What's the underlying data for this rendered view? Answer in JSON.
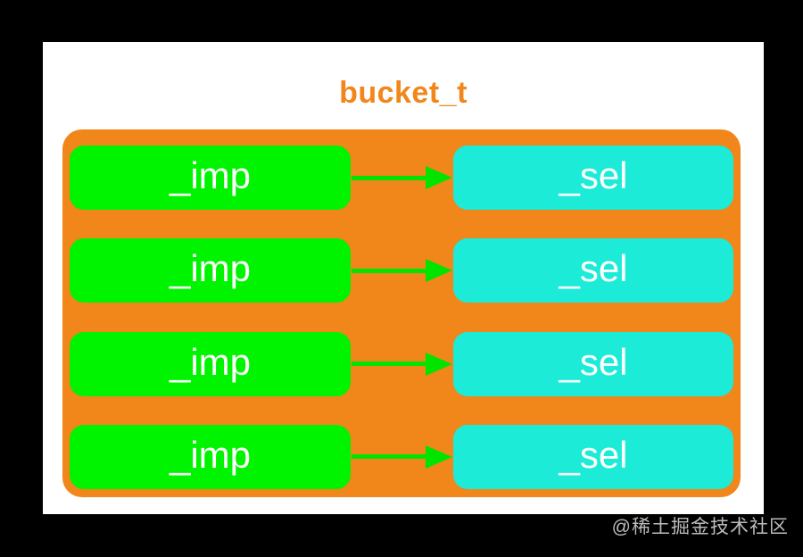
{
  "page": {
    "frame_color": "#000000",
    "canvas_color": "#ffffff"
  },
  "diagram": {
    "title": "bucket_t",
    "title_color": "#f1861b",
    "container_color": "#f1861b",
    "imp_box_color": "#00f400",
    "sel_box_color": "#1bebd7",
    "arrow_color": "#00e400",
    "label_text_color": "#ffffff",
    "rows": [
      {
        "imp": "_imp",
        "sel": "_sel"
      },
      {
        "imp": "_imp",
        "sel": "_sel"
      },
      {
        "imp": "_imp",
        "sel": "_sel"
      },
      {
        "imp": "_imp",
        "sel": "_sel"
      }
    ]
  },
  "watermark": {
    "text": "@稀土掘金技术社区",
    "color": "#dcdcdc"
  }
}
